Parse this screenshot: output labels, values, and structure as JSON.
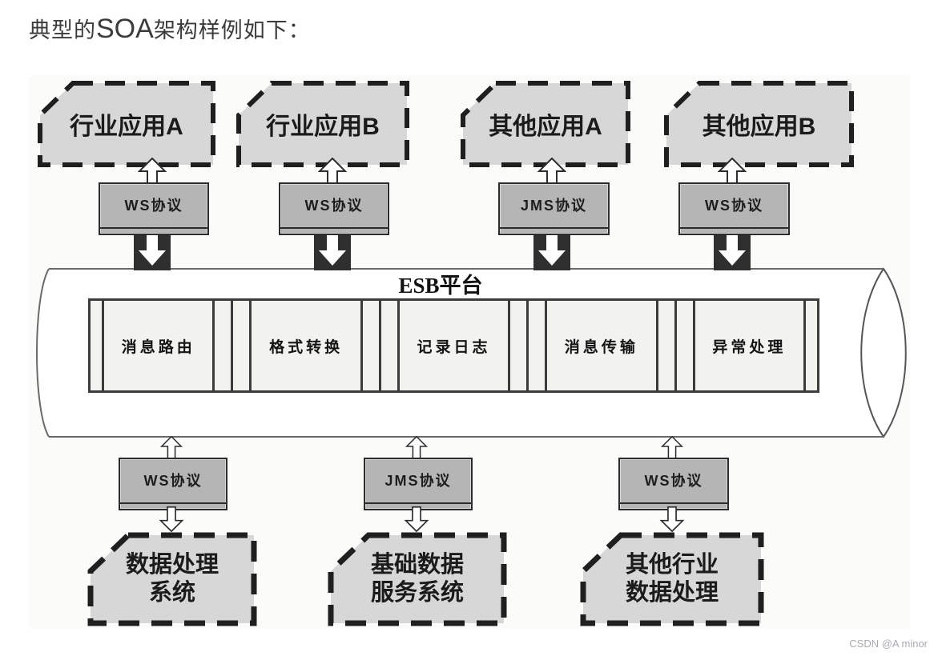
{
  "page": {
    "title_prefix": "典型的",
    "title_acronym": "SOA",
    "title_suffix": "架构样例如下：",
    "watermark": "CSDN @A minor"
  },
  "diagram": {
    "top_apps": [
      {
        "label": "行业应用A"
      },
      {
        "label": "行业应用B"
      },
      {
        "label": "其他应用A"
      },
      {
        "label": "其他应用B"
      }
    ],
    "top_protocols": [
      {
        "label": "WS协议"
      },
      {
        "label": "WS协议"
      },
      {
        "label": "JMS协议"
      },
      {
        "label": "WS协议"
      }
    ],
    "esb": {
      "title": "ESB平台",
      "modules": [
        {
          "label": "消息路由"
        },
        {
          "label": "格式转换"
        },
        {
          "label": "记录日志"
        },
        {
          "label": "消息传输"
        },
        {
          "label": "异常处理"
        }
      ]
    },
    "bottom_protocols": [
      {
        "label": "WS协议"
      },
      {
        "label": "JMS协议"
      },
      {
        "label": "WS协议"
      }
    ],
    "bottom_systems": [
      {
        "line1": "数据处理",
        "line2": "系统"
      },
      {
        "line1": "基础数据",
        "line2": "服务系统"
      },
      {
        "line1": "其他行业",
        "line2": "数据处理"
      }
    ],
    "colors": {
      "box_fill": "#d7d7d7",
      "dash_border": "#1f1f1f",
      "protocol_fill": "#b5b5b5",
      "connector_dark": "#2f2f2f",
      "band_fill": "#f2f2ef",
      "cylinder_outline": "#6a6a6a"
    }
  }
}
